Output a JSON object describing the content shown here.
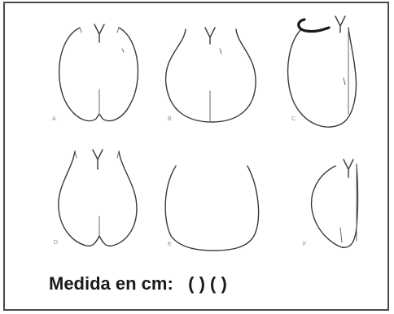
{
  "panels": [
    {
      "letter": "A"
    },
    {
      "letter": "B"
    },
    {
      "letter": "C"
    },
    {
      "letter": "D"
    },
    {
      "letter": "E"
    },
    {
      "letter": "F"
    }
  ],
  "caption": "Medida en cm:   ( ) ( )"
}
